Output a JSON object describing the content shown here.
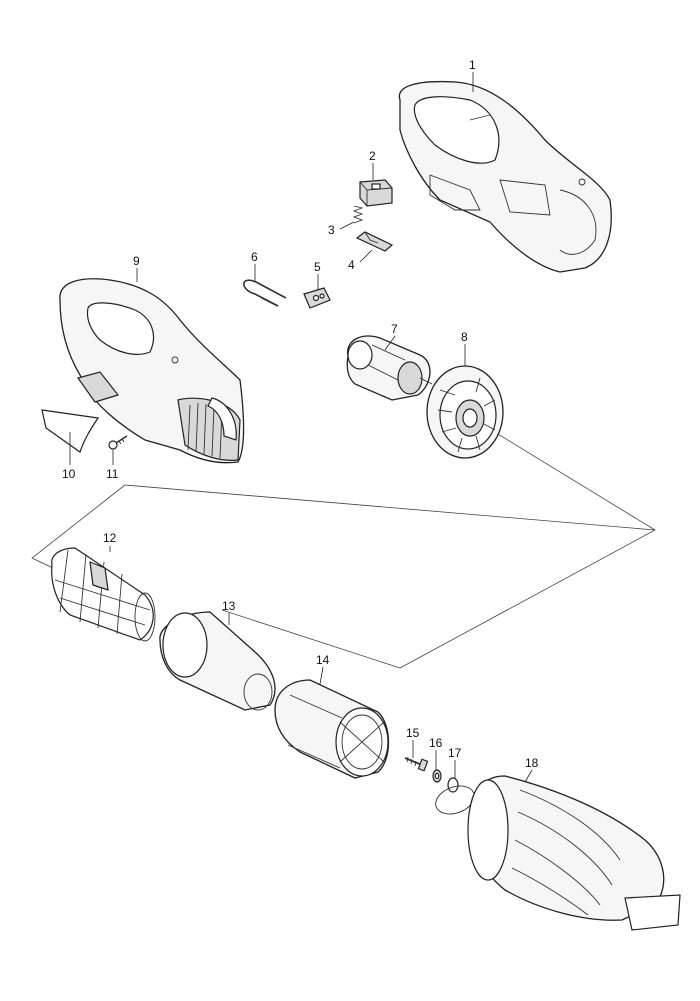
{
  "callouts": [
    {
      "id": "p1",
      "label": "1"
    },
    {
      "id": "p2",
      "label": "2"
    },
    {
      "id": "p3",
      "label": "3"
    },
    {
      "id": "p4",
      "label": "4"
    },
    {
      "id": "p5",
      "label": "5"
    },
    {
      "id": "p6",
      "label": "6"
    },
    {
      "id": "p7",
      "label": "7"
    },
    {
      "id": "p8",
      "label": "8"
    },
    {
      "id": "p9",
      "label": "9"
    },
    {
      "id": "p10",
      "label": "10"
    },
    {
      "id": "p11",
      "label": "11"
    },
    {
      "id": "p12",
      "label": "12"
    },
    {
      "id": "p13",
      "label": "13"
    },
    {
      "id": "p14",
      "label": "14"
    },
    {
      "id": "p15",
      "label": "15"
    },
    {
      "id": "p16",
      "label": "16"
    },
    {
      "id": "p17",
      "label": "17"
    },
    {
      "id": "p18",
      "label": "18"
    }
  ],
  "colors": {
    "line": "#222222",
    "fill": "#f6f6f6",
    "background": "#ffffff"
  }
}
